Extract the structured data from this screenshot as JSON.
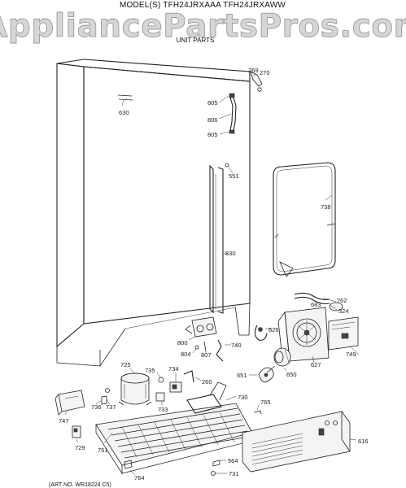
{
  "header": {
    "model_line": "MODEL(S) TFH24JRXAAA  TFH24JRXAWW",
    "section_title": "UNIT PARTS"
  },
  "watermark": "AppliancePartsPros.com",
  "footer": {
    "art_number": "(ART NO. WR18224 C5)"
  },
  "parts": {
    "p269": "269",
    "p270": "270",
    "p805a": "805",
    "p806": "806",
    "p805b": "805",
    "p630": "630",
    "p551": "551",
    "p738": "738",
    "p830": "830",
    "p762": "762",
    "p683": "683",
    "p324": "324",
    "p626": "626",
    "p800": "800",
    "p804": "804",
    "p807": "807",
    "p740": "740",
    "p627": "627",
    "p749": "749",
    "p725": "725",
    "p735": "735",
    "p734": "734",
    "p260": "260",
    "p651": "651",
    "p650": "650",
    "p736": "736",
    "p737": "737",
    "p733": "733",
    "p730": "730",
    "p765": "765",
    "p747": "747",
    "p616": "616",
    "p729": "729",
    "p751": "751",
    "p564": "564",
    "p731": "731",
    "p764": "764"
  }
}
